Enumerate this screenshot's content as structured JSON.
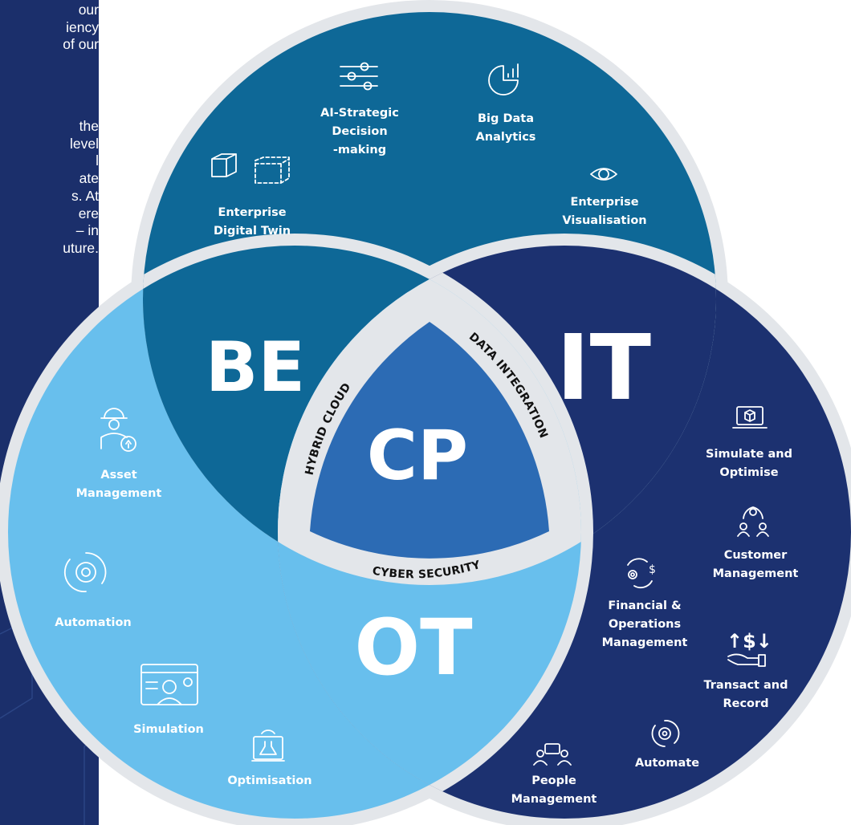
{
  "left_text": {
    "paragraph_1": [
      "our",
      "iency",
      "of our"
    ],
    "paragraph_2": [
      "the",
      "level",
      "l",
      "ate",
      "s. At",
      "ere",
      "– in",
      "uture."
    ]
  },
  "colors": {
    "panel": "#1b2f6b",
    "be": "#0e6897",
    "it": "#1c3170",
    "ot": "#68bfed",
    "cp": "#2c6bb4",
    "ring": "#e3e6ea"
  },
  "circles": {
    "be": {
      "big_label": "BE",
      "items": [
        {
          "icon": "digital-twin-cube-icon",
          "lines": [
            "Enterprise",
            "Digital Twin"
          ]
        },
        {
          "icon": "sliders-icon",
          "lines": [
            "AI-Strategic",
            "Decision",
            "-making"
          ]
        },
        {
          "icon": "pie-chart-icon",
          "lines": [
            "Big Data",
            "Analytics"
          ]
        },
        {
          "icon": "eye-icon",
          "lines": [
            "Enterprise",
            "Visualisation"
          ]
        }
      ]
    },
    "it": {
      "big_label": "IT",
      "items": [
        {
          "icon": "laptop-cube-icon",
          "lines": [
            "Simulate and",
            "Optimise"
          ]
        },
        {
          "icon": "customer-group-icon",
          "lines": [
            "Customer",
            "Management"
          ]
        },
        {
          "icon": "gear-dollar-icon",
          "lines": [
            "Financial &",
            "Operations",
            "Management"
          ]
        },
        {
          "icon": "dollar-hand-icon",
          "lines": [
            "Transact and",
            "Record"
          ]
        },
        {
          "icon": "gear-cycle-icon",
          "lines": [
            "Automate"
          ]
        },
        {
          "icon": "people-chat-icon",
          "lines": [
            "People",
            "Management"
          ]
        }
      ]
    },
    "ot": {
      "big_label": "OT",
      "items": [
        {
          "icon": "engineer-icon",
          "lines": [
            "Asset",
            "Management"
          ]
        },
        {
          "icon": "automation-gear-icon",
          "lines": [
            "Automation"
          ]
        },
        {
          "icon": "simulation-screen-icon",
          "lines": [
            "Simulation"
          ]
        },
        {
          "icon": "lab-flask-icon",
          "lines": [
            "Optimisation"
          ]
        }
      ]
    },
    "cp": {
      "big_label": "CP"
    }
  },
  "ring_labels": {
    "left": "HYBRID CLOUD",
    "right": "DATA INTEGRATION",
    "bottom": "CYBER SECURITY"
  }
}
